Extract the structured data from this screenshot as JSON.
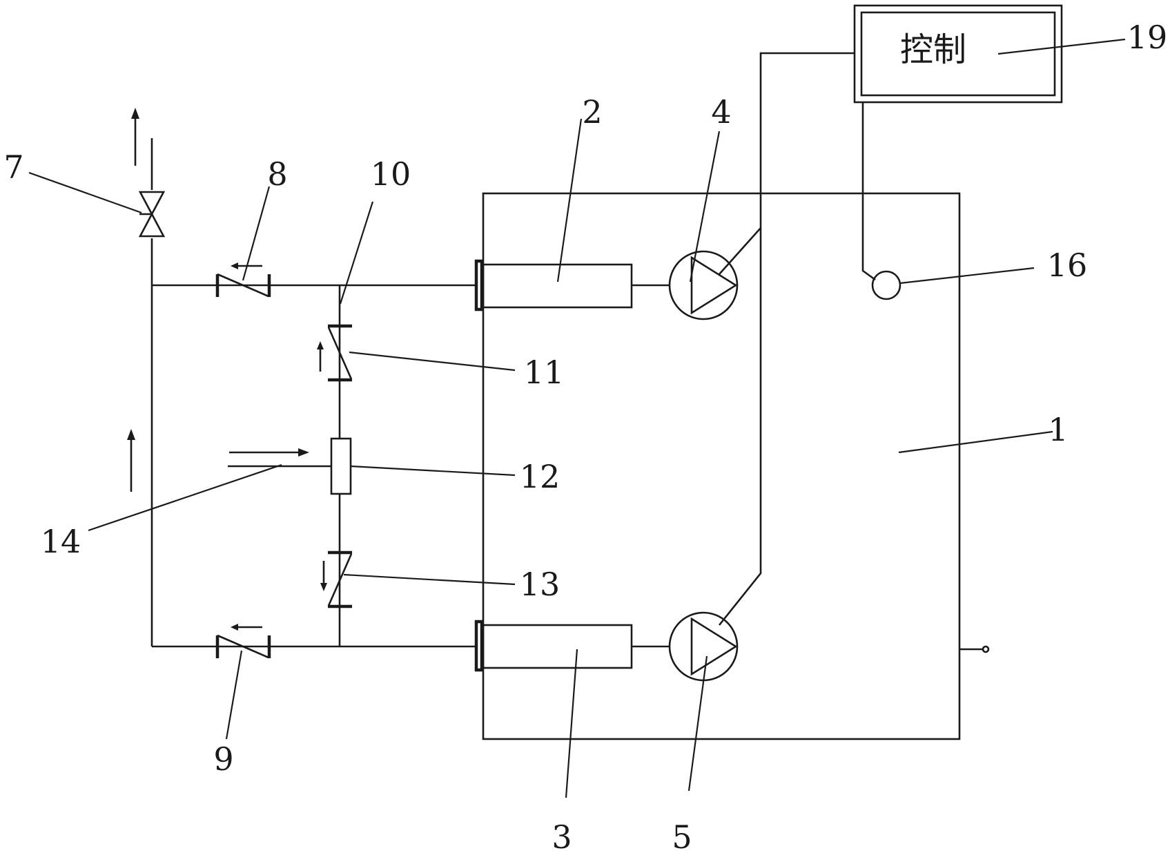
{
  "control_box": {
    "text": "控制"
  },
  "labels": {
    "tank": "1",
    "upper_cylinder": "2",
    "lower_cylinder": "3",
    "upper_pump": "4",
    "lower_pump": "5",
    "stop_valve": "7",
    "upper_check_valve": "8",
    "lower_check_valve": "9",
    "junction": "10",
    "middle_check_valve_upper": "11",
    "mixer": "12",
    "middle_check_valve_lower": "13",
    "inlet": "14",
    "sensor": "16",
    "controller": "19"
  },
  "colors": {
    "line": "#1a1a1a",
    "background": "#ffffff"
  }
}
